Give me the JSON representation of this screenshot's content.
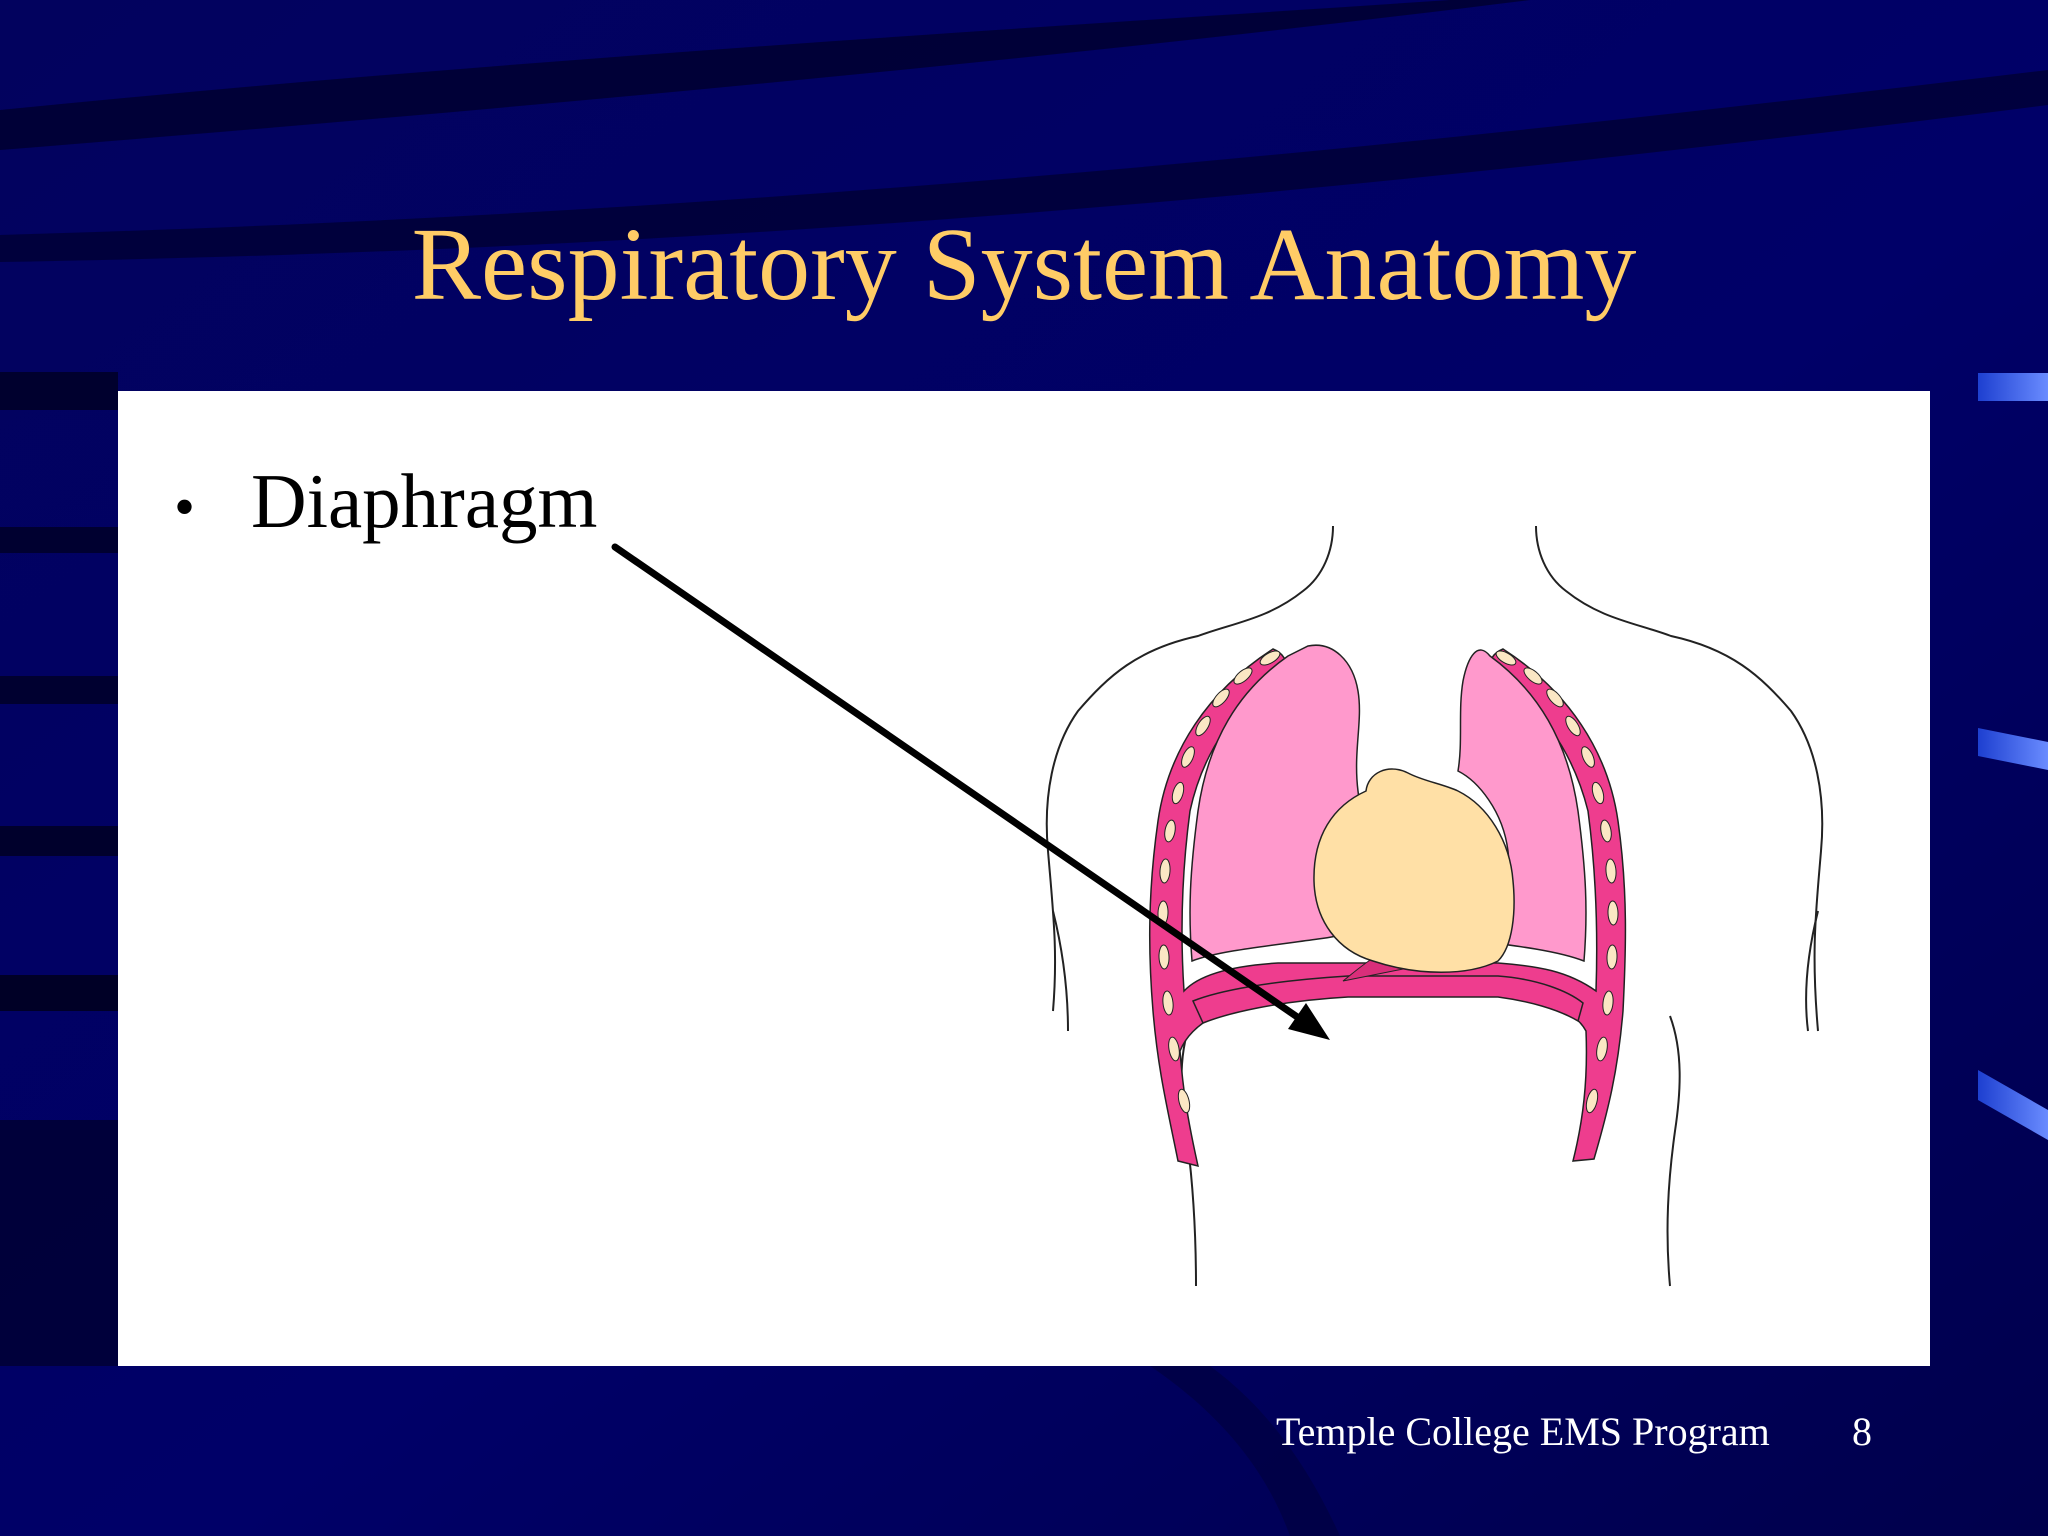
{
  "slide": {
    "title": "Respiratory System Anatomy",
    "bullets": [
      "Diaphragm"
    ],
    "footer": {
      "program": "Temple College EMS Program",
      "page_number": "8"
    }
  },
  "colors": {
    "background": "#00005a",
    "title": "#ffcc66",
    "panel": "#ffffff",
    "lung": "#ff99cc",
    "chest_wall": "#ee3d8e",
    "heart": "#ffe0a6",
    "rib": "#fbe7c4"
  },
  "illustration": {
    "parts": [
      "torso-outline",
      "left-lung",
      "right-lung",
      "heart",
      "diaphragm",
      "ribs",
      "pointer-arrow"
    ]
  }
}
